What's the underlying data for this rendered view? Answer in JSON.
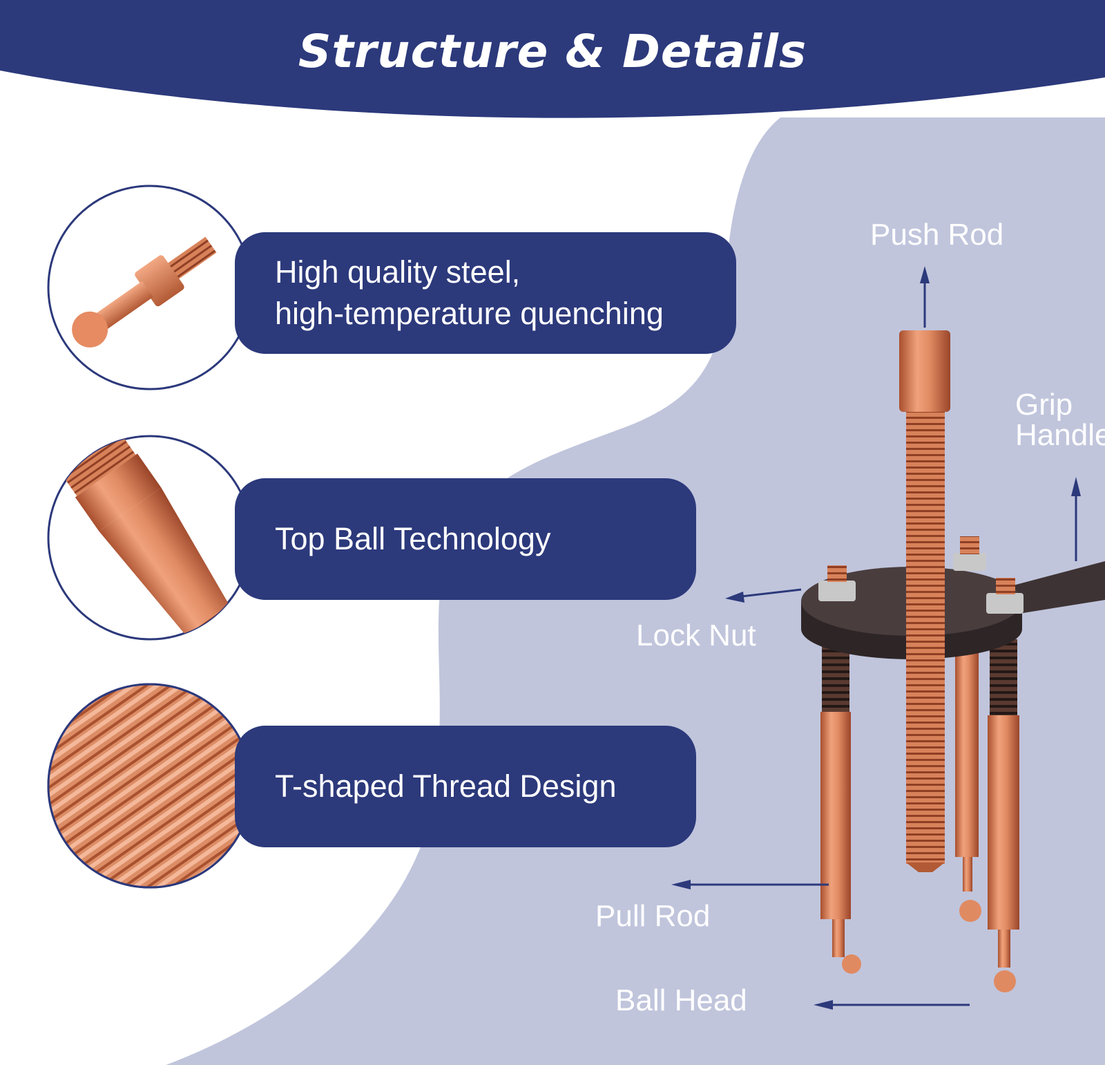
{
  "header": {
    "title": "Structure & Details"
  },
  "features": [
    {
      "line1": "High quality steel,",
      "line2": "high-temperature quenching"
    },
    {
      "line1": "Top Ball Technology"
    },
    {
      "line1": "T-shaped Thread Design"
    }
  ],
  "parts": {
    "push_rod": "Push Rod",
    "grip_handle_1": "Grip",
    "grip_handle_2": "Handle",
    "lock_nut": "Lock Nut",
    "pull_rod": "Pull Rod",
    "ball_head": "Ball Head"
  },
  "colors": {
    "navy": "#2c397b",
    "lavender": "#c0c5dc",
    "copper": "#d8825a",
    "plate": "#3e3334"
  }
}
